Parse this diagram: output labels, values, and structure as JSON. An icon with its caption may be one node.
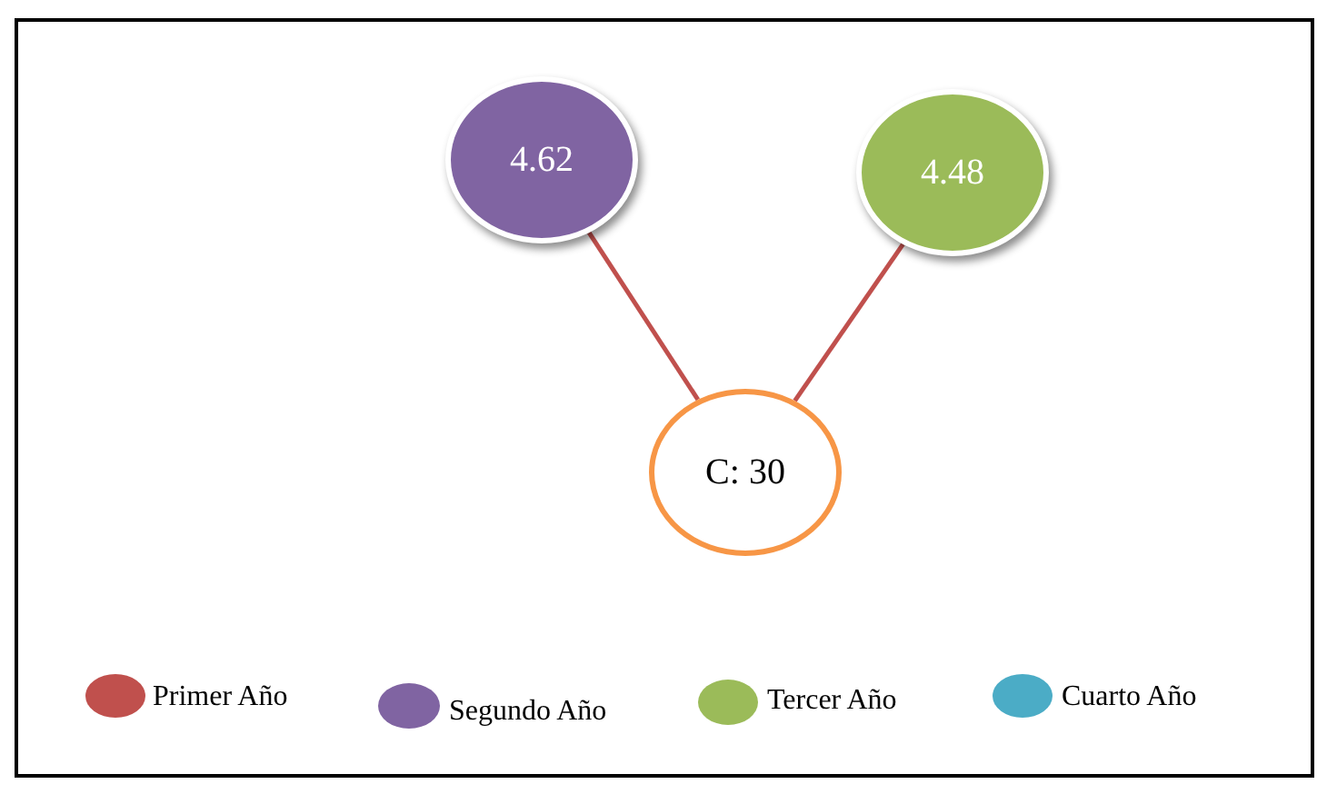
{
  "diagram": {
    "nodes": [
      {
        "text": [
          "4.62"
        ]
      },
      {
        "text": [
          "4.48"
        ]
      },
      {
        "text": [
          "C: 30"
        ]
      }
    ],
    "edges": [
      {
        "from": 0,
        "to": 2,
        "arrow": "none"
      },
      {
        "from": 1,
        "to": 2,
        "arrow": "none"
      }
    ],
    "legend": [
      {
        "text": "Primer Año",
        "color": "#c0504d"
      },
      {
        "text": "Segundo Año",
        "color": "#8064a2"
      },
      {
        "text": "Tercer Año",
        "color": "#9bbb59"
      },
      {
        "text": "Cuarto Año",
        "color": "#4bacc6"
      }
    ]
  }
}
